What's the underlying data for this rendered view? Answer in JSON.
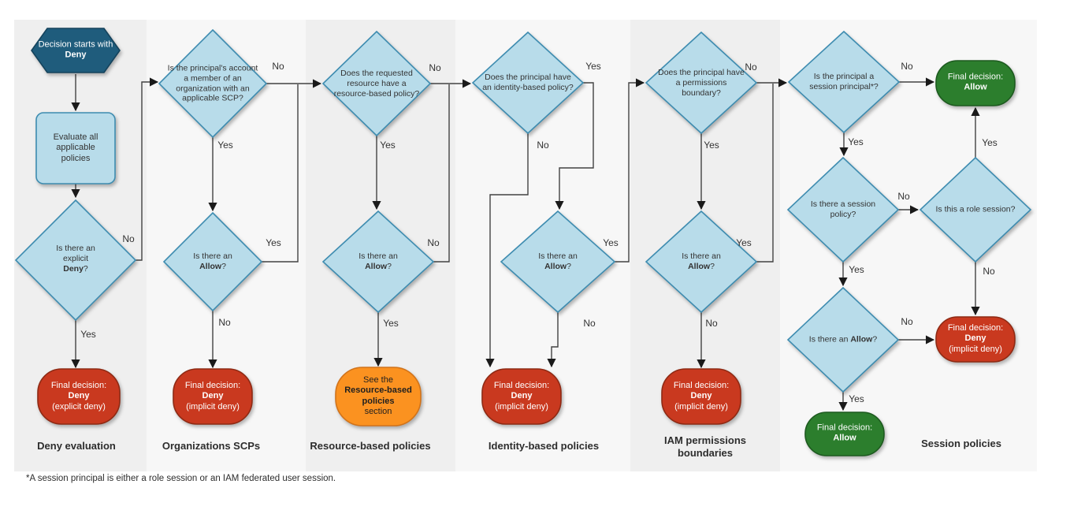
{
  "colors": {
    "band-dark": "#efefef",
    "band-light": "#f7f7f7",
    "diamond-fill": "#b8dcea",
    "diamond-stroke": "#3e8cb0",
    "start-fill": "#1f5c7c",
    "start-stroke": "#15435c",
    "deny-fill": "#c9391f",
    "deny-stroke": "#8e2a14",
    "allow-fill": "#2c7e2d",
    "allow-stroke": "#1d5a1f",
    "orange-fill": "#fb9220",
    "orange-stroke": "#d1731a",
    "line": "#424242",
    "arrow": "#1a1a1a",
    "text": "#333333"
  },
  "labels": {
    "yes": "Yes",
    "no": "No"
  },
  "columns": [
    {
      "label": "Deny evaluation"
    },
    {
      "label": "Organizations SCPs"
    },
    {
      "label": "Resource-based policies"
    },
    {
      "label": "Identity-based policies"
    },
    {
      "label": "IAM permissions boundaries"
    },
    {
      "label": "Session policies"
    }
  ],
  "nodes": {
    "start": {
      "pre": "Decision starts with",
      "bold": "Deny"
    },
    "evaluate": {
      "text": "Evaluate all applicable policies"
    },
    "explicit_deny_q": {
      "pre": "Is there an explicit",
      "bold": "Deny",
      "post": "?"
    },
    "final_deny_explicit": {
      "line1": "Final decision:",
      "line2": "Deny",
      "line3": "(explicit deny)"
    },
    "org_q": {
      "text": "Is the principal's account a member of an organization with an applicable SCP?"
    },
    "allow_q_scp": {
      "pre": "Is there an",
      "bold": "Allow",
      "post": "?"
    },
    "final_deny_scp": {
      "line1": "Final decision:",
      "line2": "Deny",
      "line3": "(implicit deny)"
    },
    "resource_q": {
      "text": "Does the requested resource have a resource-based policy?"
    },
    "allow_q_rbp": {
      "pre": "Is there an",
      "bold": "Allow",
      "post": "?"
    },
    "see_rbp": {
      "pre": "See the",
      "bold": "Resource-based policies",
      "post": "section"
    },
    "identity_q": {
      "text": "Does the principal have an identity-based policy?"
    },
    "allow_q_idp": {
      "pre": "Is there an",
      "bold": "Allow",
      "post": "?"
    },
    "final_deny_idp": {
      "line1": "Final decision:",
      "line2": "Deny",
      "line3": "(implicit deny)"
    },
    "boundary_q": {
      "text": "Does the principal have a permissions boundary?"
    },
    "allow_q_pb": {
      "pre": "Is there an",
      "bold": "Allow",
      "post": "?"
    },
    "final_deny_pb": {
      "line1": "Final decision:",
      "line2": "Deny",
      "line3": "(implicit deny)"
    },
    "session_principal_q": {
      "text": "Is the principal a session principal*?"
    },
    "final_allow_top": {
      "line1": "Final decision:",
      "line2": "Allow"
    },
    "session_policy_q": {
      "text": "Is there a session policy?"
    },
    "role_session_q": {
      "text": "Is this a role session?"
    },
    "final_deny_session": {
      "line1": "Final decision:",
      "line2": "Deny",
      "line3": "(implicit deny)"
    },
    "allow_q_session": {
      "pre": "Is there an",
      "bold": "Allow",
      "post": "?"
    },
    "final_allow_session": {
      "line1": "Final decision:",
      "line2": "Allow"
    }
  },
  "footnote": "*A session principal is either a role session or an IAM federated user session."
}
